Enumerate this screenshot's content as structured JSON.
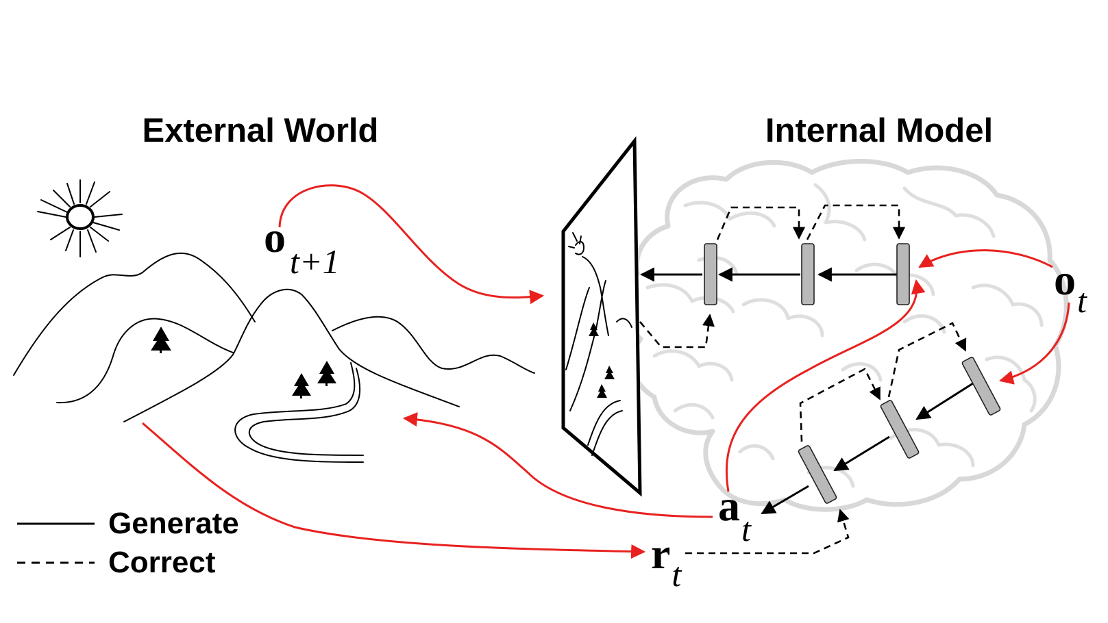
{
  "headings": {
    "external": "External World",
    "internal": "Internal Model"
  },
  "legend": {
    "generate": "Generate",
    "correct": "Correct"
  },
  "variables": {
    "o_next": {
      "symbol": "o",
      "subscript": "t+1"
    },
    "o_t": {
      "symbol": "o",
      "subscript": "t"
    },
    "a_t": {
      "symbol": "a",
      "subscript": "t"
    },
    "r_t": {
      "symbol": "r",
      "subscript": "t"
    }
  },
  "colors": {
    "red_arrow": "#e8211f",
    "unit_fill": "#b9b9b9",
    "brain_outline": "#d8d8d8",
    "ink": "#000000"
  },
  "icons": {
    "sun": "sun-icon",
    "tree": "pine-tree-icon",
    "brain": "brain-icon"
  }
}
